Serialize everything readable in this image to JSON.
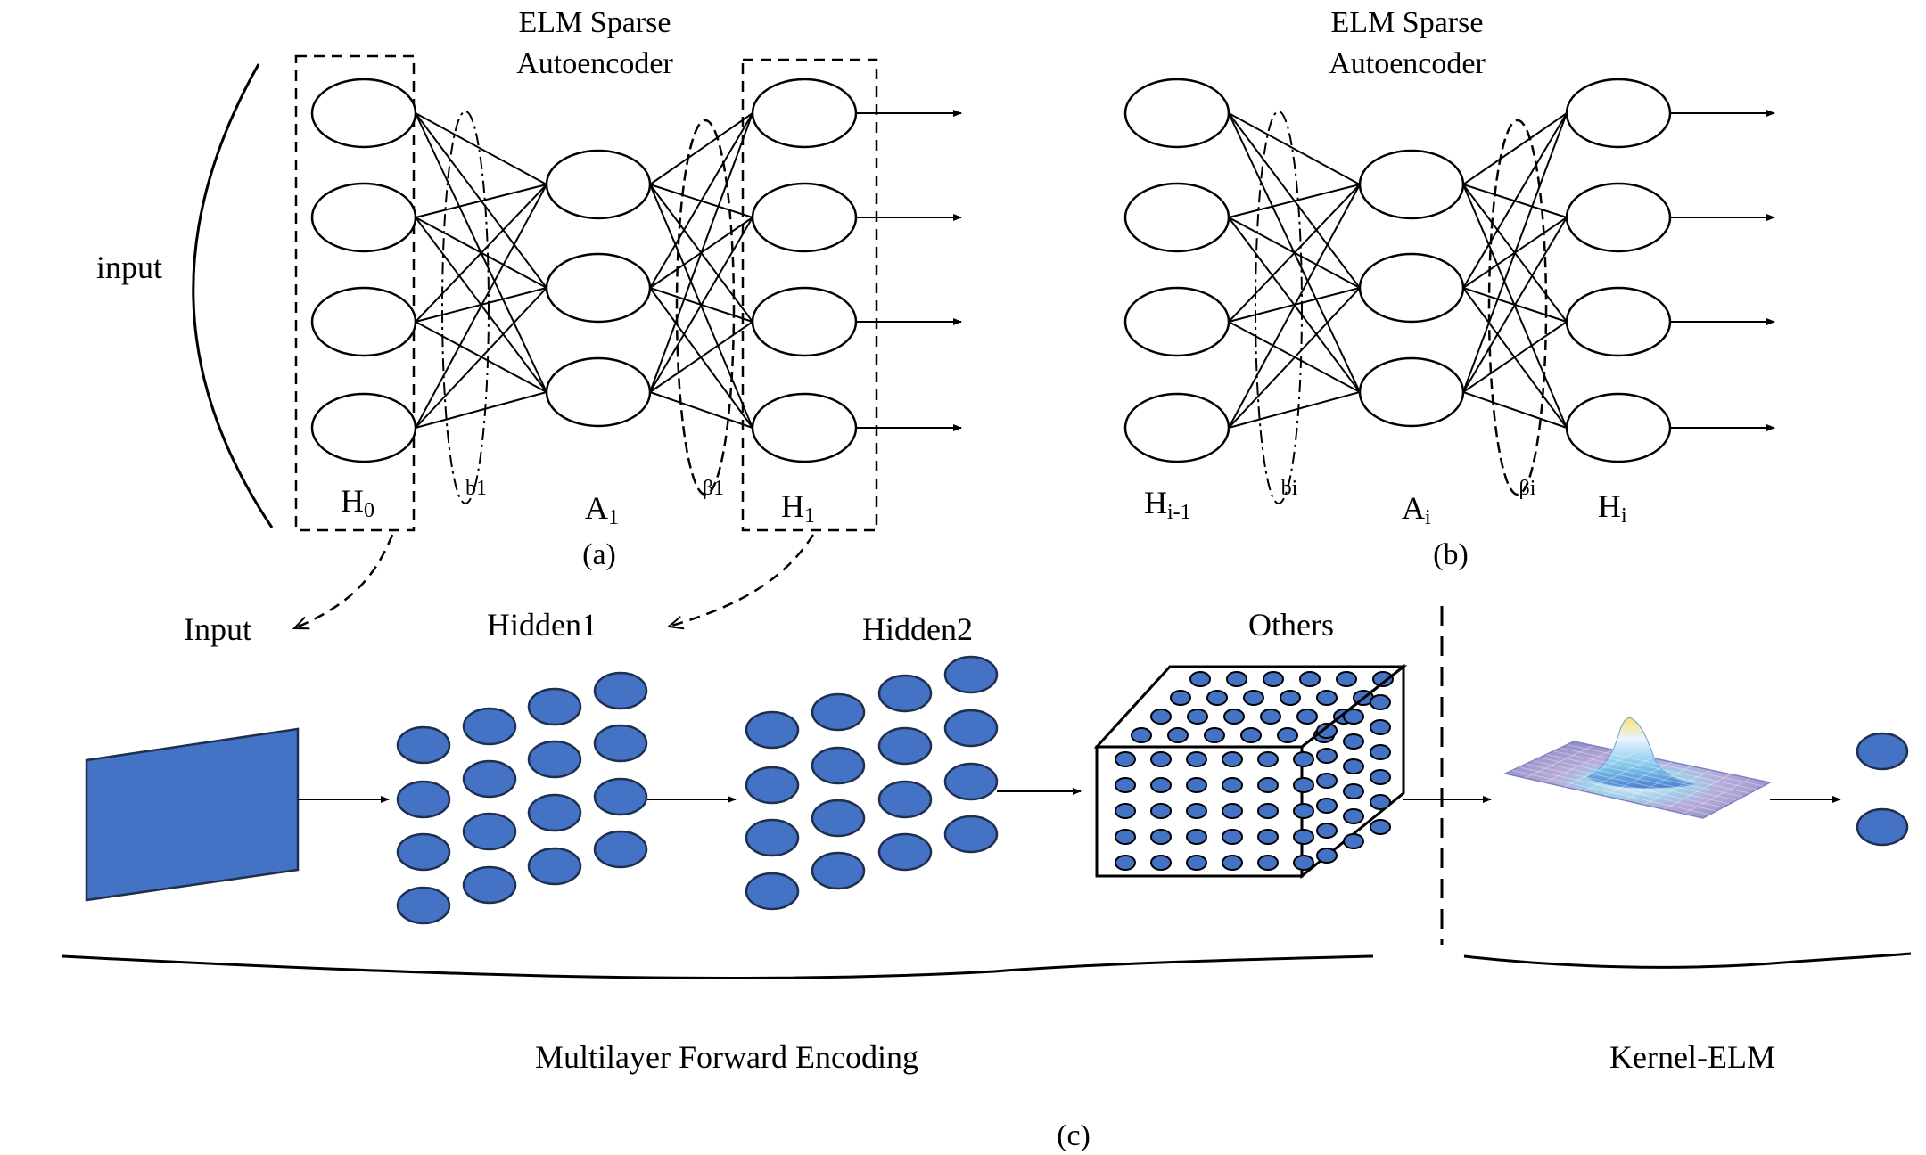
{
  "panel_a": {
    "title_line1": "ELM Sparse",
    "title_line2": "Autoencoder",
    "input_label": "input",
    "layer_in": {
      "main": "H",
      "sub": "0"
    },
    "bias_label": "b1",
    "layer_mid": {
      "main": "A",
      "sub": "1"
    },
    "beta_label": "β1",
    "layer_out": {
      "main": "H",
      "sub": "1"
    },
    "caption": "(a)"
  },
  "panel_b": {
    "title_line1": "ELM Sparse",
    "title_line2": "Autoencoder",
    "layer_in": {
      "main": "H",
      "sub": "i-1"
    },
    "bias_label": "bi",
    "layer_mid": {
      "main": "A",
      "sub": "i"
    },
    "beta_label": "βi",
    "layer_out": {
      "main": "H",
      "sub": "i"
    },
    "caption": "(b)"
  },
  "panel_c": {
    "input_label": "Input",
    "hidden1_label": "Hidden1",
    "hidden2_label": "Hidden2",
    "others_label": "Others",
    "encoding_label": "Multilayer Forward Encoding",
    "kernel_label": "Kernel-ELM",
    "caption": "(c)"
  },
  "colors": {
    "node_fill": "#4472C4",
    "node_stroke": "#1F2F4F",
    "line": "#000000"
  }
}
